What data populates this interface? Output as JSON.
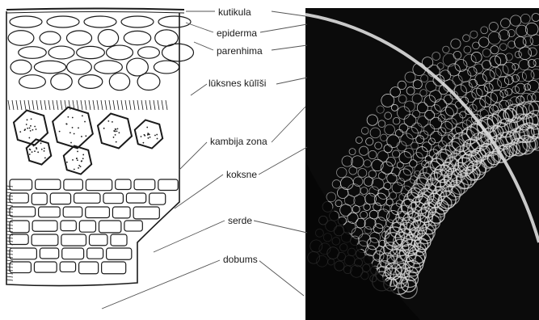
{
  "labels": {
    "kutikula": "kutikula",
    "epiderma": "epiderma",
    "parenhima": "parenhima",
    "luksnes": "lūksnes kūlīši",
    "kambija": "kambija zona",
    "koksne": "koksne",
    "serde": "serde",
    "dobums": "dobums"
  },
  "colors": {
    "ink": "#1a1a1a",
    "micrograph_bg": "#0b0b0b",
    "micrograph_cells": "#d8d8d8"
  }
}
